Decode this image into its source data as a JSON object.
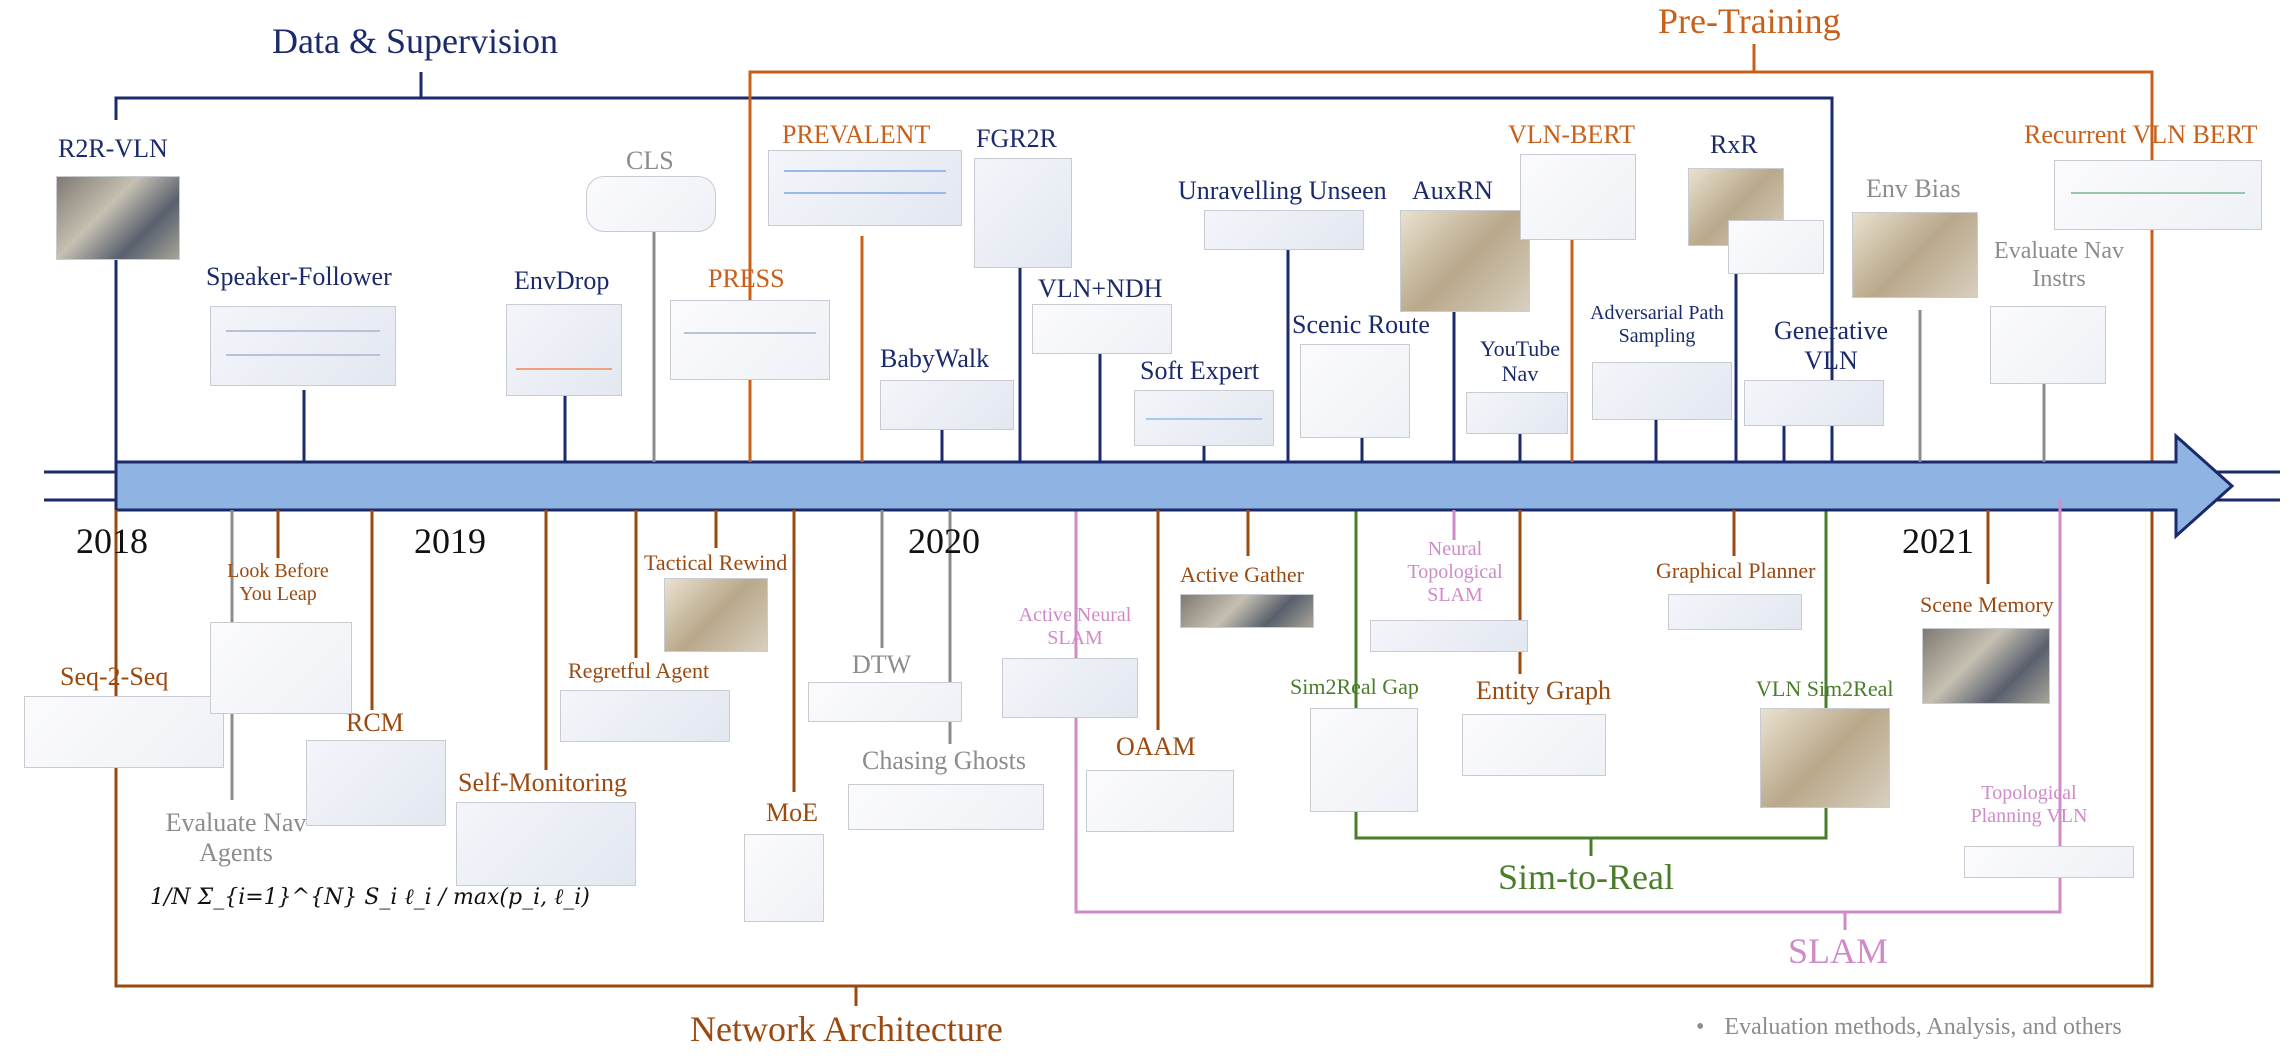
{
  "colors": {
    "navy": "#1b2a6b",
    "rust": "#9a4a10",
    "orange": "#c8601a",
    "grey": "#8c8c8c",
    "green": "#4a7d2a",
    "pink": "#d08ac8",
    "arrow_fill": "#8fb4e3"
  },
  "categories": {
    "data_supervision": "Data & Supervision",
    "pre_training": "Pre-Training",
    "network_architecture": "Network Architecture",
    "sim_to_real": "Sim-to-Real",
    "slam": "SLAM"
  },
  "years": [
    "2018",
    "2019",
    "2020",
    "2021"
  ],
  "methods_above": [
    {
      "id": "r2r-vln",
      "label": "R2R-VLN",
      "group": "navy"
    },
    {
      "id": "speaker-follower",
      "label": "Speaker-Follower",
      "group": "navy"
    },
    {
      "id": "cls",
      "label": "CLS",
      "group": "grey"
    },
    {
      "id": "envdrop",
      "label": "EnvDrop",
      "group": "navy"
    },
    {
      "id": "press",
      "label": "PRESS",
      "group": "orange"
    },
    {
      "id": "prevalent",
      "label": "PREVALENT",
      "group": "orange"
    },
    {
      "id": "fgr2r",
      "label": "FGR2R",
      "group": "navy"
    },
    {
      "id": "babywalk",
      "label": "BabyWalk",
      "group": "navy"
    },
    {
      "id": "vln-ndh",
      "label": "VLN+NDH",
      "group": "navy"
    },
    {
      "id": "unravelling-unseen",
      "label": "Unravelling Unseen",
      "group": "navy"
    },
    {
      "id": "soft-expert",
      "label": "Soft Expert",
      "group": "navy"
    },
    {
      "id": "auxrn",
      "label": "AuxRN",
      "group": "navy"
    },
    {
      "id": "scenic-route",
      "label": "Scenic Route",
      "group": "navy"
    },
    {
      "id": "youtube-nav",
      "label": "YouTube Nav",
      "group": "navy"
    },
    {
      "id": "vln-bert",
      "label": "VLN-BERT",
      "group": "orange"
    },
    {
      "id": "rxr",
      "label": "RxR",
      "group": "navy"
    },
    {
      "id": "adversarial-path-sampling",
      "label": "Adversarial Path Sampling",
      "group": "navy"
    },
    {
      "id": "generative-vln",
      "label": "Generative VLN",
      "group": "navy"
    },
    {
      "id": "env-bias",
      "label": "Env Bias",
      "group": "grey"
    },
    {
      "id": "evaluate-nav-instrs",
      "label": "Evaluate Nav Instrs",
      "group": "grey"
    },
    {
      "id": "recurrent-vln-bert",
      "label": "Recurrent VLN BERT",
      "group": "orange"
    }
  ],
  "methods_below": [
    {
      "id": "seq-2-seq",
      "label": "Seq-2-Seq",
      "group": "rust"
    },
    {
      "id": "look-before-you-leap",
      "label": "Look Before You Leap",
      "group": "rust"
    },
    {
      "id": "evaluate-nav-agents",
      "label": "Evaluate Nav Agents",
      "group": "grey"
    },
    {
      "id": "rcm",
      "label": "RCM",
      "group": "rust"
    },
    {
      "id": "self-monitoring",
      "label": "Self-Monitoring",
      "group": "rust"
    },
    {
      "id": "regretful-agent",
      "label": "Regretful Agent",
      "group": "rust"
    },
    {
      "id": "tactical-rewind",
      "label": "Tactical Rewind",
      "group": "rust"
    },
    {
      "id": "moe",
      "label": "MoE",
      "group": "rust"
    },
    {
      "id": "dtw",
      "label": "DTW",
      "group": "grey"
    },
    {
      "id": "chasing-ghosts",
      "label": "Chasing Ghosts",
      "group": "grey"
    },
    {
      "id": "active-neural-slam",
      "label": "Active Neural SLAM",
      "group": "pink"
    },
    {
      "id": "oaam",
      "label": "OAAM",
      "group": "rust"
    },
    {
      "id": "active-gather",
      "label": "Active Gather",
      "group": "rust"
    },
    {
      "id": "sim2real-gap",
      "label": "Sim2Real Gap",
      "group": "green"
    },
    {
      "id": "neural-topological-slam",
      "label": "Neural Topological SLAM",
      "group": "pink"
    },
    {
      "id": "entity-graph",
      "label": "Entity Graph",
      "group": "rust"
    },
    {
      "id": "graphical-planner",
      "label": "Graphical Planner",
      "group": "rust"
    },
    {
      "id": "vln-sim2real",
      "label": "VLN Sim2Real",
      "group": "green"
    },
    {
      "id": "scene-memory",
      "label": "Scene Memory",
      "group": "rust"
    },
    {
      "id": "topological-planning-vln",
      "label": "Topological Planning VLN",
      "group": "pink"
    }
  ],
  "formula": "1/N Σ_{i=1}^{N} S_i ℓ_i / max(p_i, ℓ_i)",
  "legend": {
    "bullet": "•",
    "text": "Evaluation methods, Analysis, and others"
  }
}
